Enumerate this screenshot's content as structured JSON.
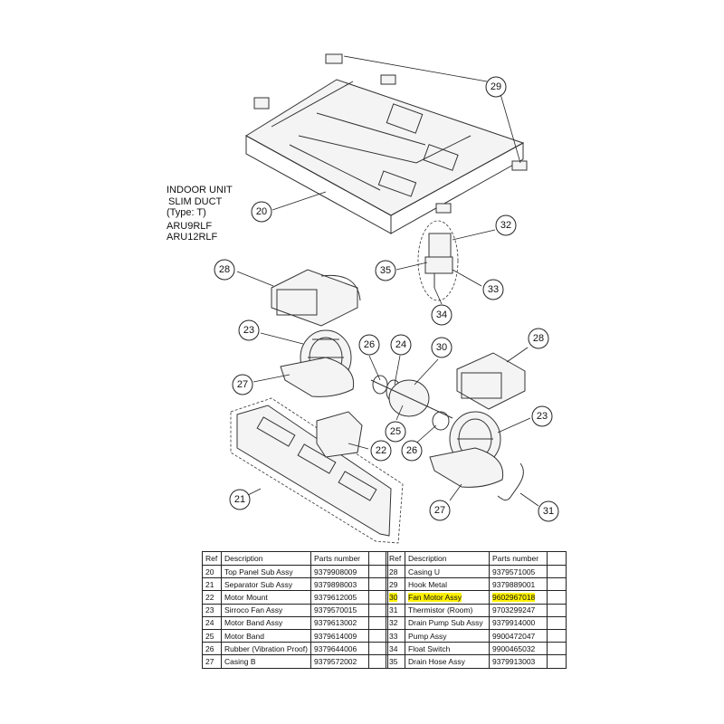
{
  "title_lines": [
    "INDOOR UNIT",
    "SLIM DUCT",
    "(Type: T)",
    "ARU9RLF",
    "ARU12RLF"
  ],
  "callouts": [
    "29",
    "20",
    "32",
    "35",
    "33",
    "34",
    "28",
    "23",
    "26",
    "24",
    "30",
    "28",
    "27",
    "25",
    "23",
    "26",
    "22",
    "21",
    "27",
    "31"
  ],
  "table_headers": {
    "ref": "Ref",
    "description": "Description",
    "parts_number": "Parts number"
  },
  "tables": [
    {
      "rows": [
        {
          "ref": "20",
          "description": "Top Panel Sub Assy",
          "parts_number": "9379908009",
          "highlight": false
        },
        {
          "ref": "21",
          "description": "Separator Sub Assy",
          "parts_number": "9379898003",
          "highlight": false
        },
        {
          "ref": "22",
          "description": "Motor Mount",
          "parts_number": "9379612005",
          "highlight": false
        },
        {
          "ref": "23",
          "description": "Sirroco Fan Assy",
          "parts_number": "9379570015",
          "highlight": false
        },
        {
          "ref": "24",
          "description": "Motor Band Assy",
          "parts_number": "9379613002",
          "highlight": false
        },
        {
          "ref": "25",
          "description": "Motor Band",
          "parts_number": "9379614009",
          "highlight": false
        },
        {
          "ref": "26",
          "description": "Rubber (Vibration Proof)",
          "parts_number": "9379644006",
          "highlight": false
        },
        {
          "ref": "27",
          "description": "Casing B",
          "parts_number": "9379572002",
          "highlight": false
        }
      ]
    },
    {
      "rows": [
        {
          "ref": "28",
          "description": "Casing U",
          "parts_number": "9379571005",
          "highlight": false
        },
        {
          "ref": "29",
          "description": "Hook Metal",
          "parts_number": "9379889001",
          "highlight": false
        },
        {
          "ref": "30",
          "description": "Fan Motor Assy",
          "parts_number": "9602967018",
          "highlight": true
        },
        {
          "ref": "31",
          "description": "Thermistor (Room)",
          "parts_number": "9703299247",
          "highlight": false
        },
        {
          "ref": "32",
          "description": "Drain Pump Sub Assy",
          "parts_number": "9379914000",
          "highlight": false
        },
        {
          "ref": "33",
          "description": "Pump Assy",
          "parts_number": "9900472047",
          "highlight": false
        },
        {
          "ref": "34",
          "description": "Float Switch",
          "parts_number": "9900465032",
          "highlight": false
        },
        {
          "ref": "35",
          "description": "Drain Hose Assy",
          "parts_number": "9379913003",
          "highlight": false
        }
      ]
    }
  ],
  "colors": {
    "highlight": "#fff200",
    "line": "#333333"
  }
}
